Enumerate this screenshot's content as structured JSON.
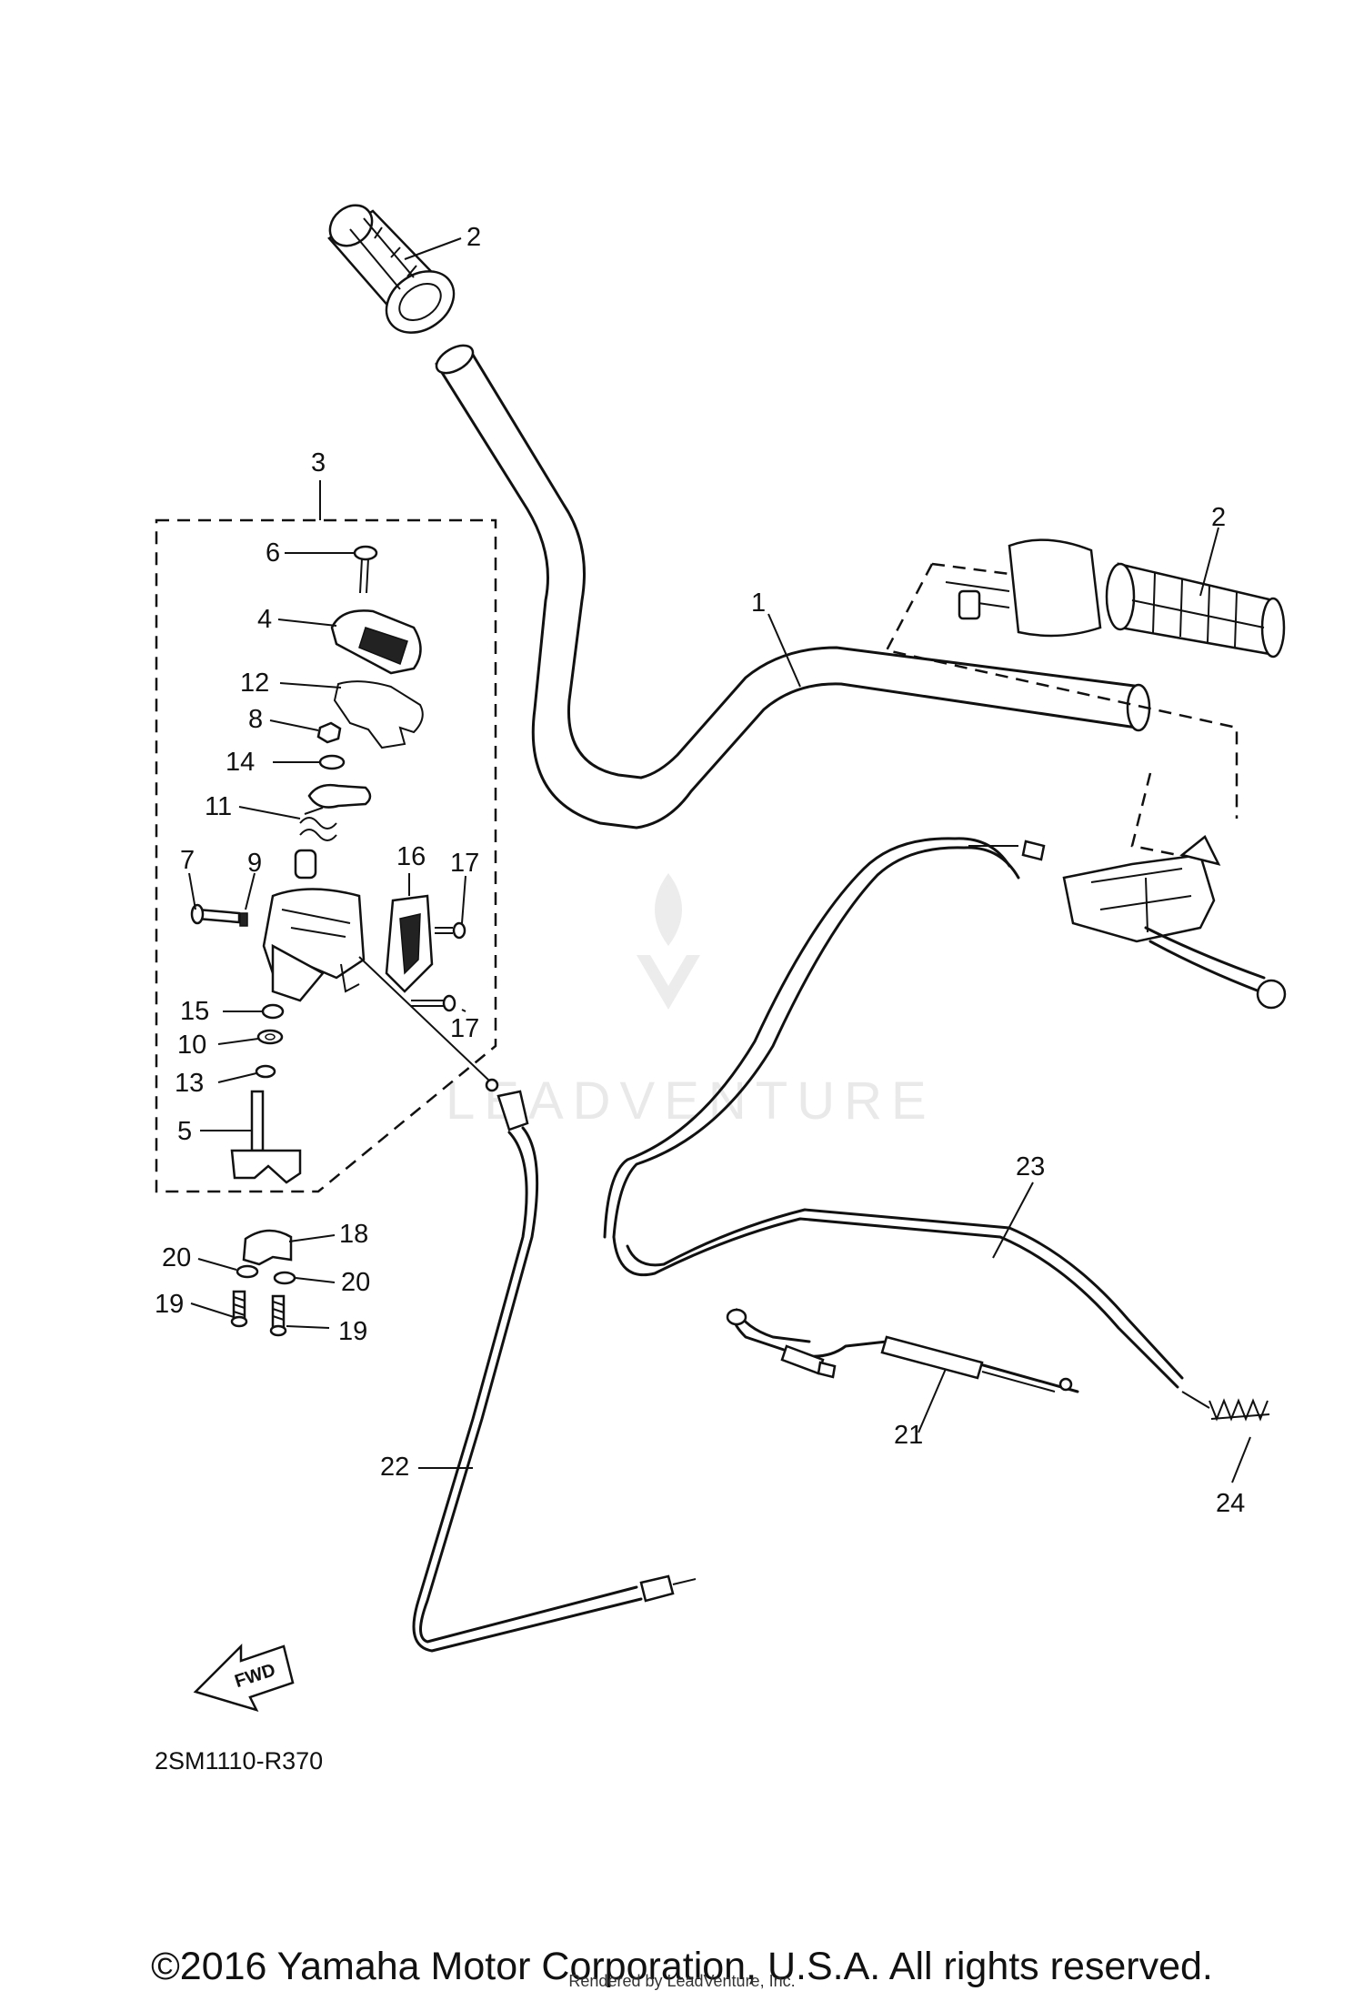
{
  "diagram": {
    "drawing_code": "2SM1110-R370",
    "direction_marker": "FWD",
    "watermark": "LEADVENTURE",
    "labels": [
      {
        "id": "1",
        "text": "1"
      },
      {
        "id": "2a",
        "text": "2"
      },
      {
        "id": "2b",
        "text": "2"
      },
      {
        "id": "3",
        "text": "3"
      },
      {
        "id": "4",
        "text": "4"
      },
      {
        "id": "5",
        "text": "5"
      },
      {
        "id": "6",
        "text": "6"
      },
      {
        "id": "7",
        "text": "7"
      },
      {
        "id": "8",
        "text": "8"
      },
      {
        "id": "9",
        "text": "9"
      },
      {
        "id": "10",
        "text": "10"
      },
      {
        "id": "11",
        "text": "11"
      },
      {
        "id": "12",
        "text": "12"
      },
      {
        "id": "13",
        "text": "13"
      },
      {
        "id": "14",
        "text": "14"
      },
      {
        "id": "15",
        "text": "15"
      },
      {
        "id": "16",
        "text": "16"
      },
      {
        "id": "17a",
        "text": "17"
      },
      {
        "id": "17b",
        "text": "17"
      },
      {
        "id": "18",
        "text": "18"
      },
      {
        "id": "19a",
        "text": "19"
      },
      {
        "id": "19b",
        "text": "19"
      },
      {
        "id": "20a",
        "text": "20"
      },
      {
        "id": "20b",
        "text": "20"
      },
      {
        "id": "21",
        "text": "21"
      },
      {
        "id": "22",
        "text": "22"
      },
      {
        "id": "23",
        "text": "23"
      },
      {
        "id": "24",
        "text": "24"
      }
    ]
  },
  "footer": {
    "copyright": "©2016 Yamaha Motor Corporation, U.S.A. All rights reserved.",
    "rendered_by": "Rendered by LeadVenture, Inc."
  }
}
